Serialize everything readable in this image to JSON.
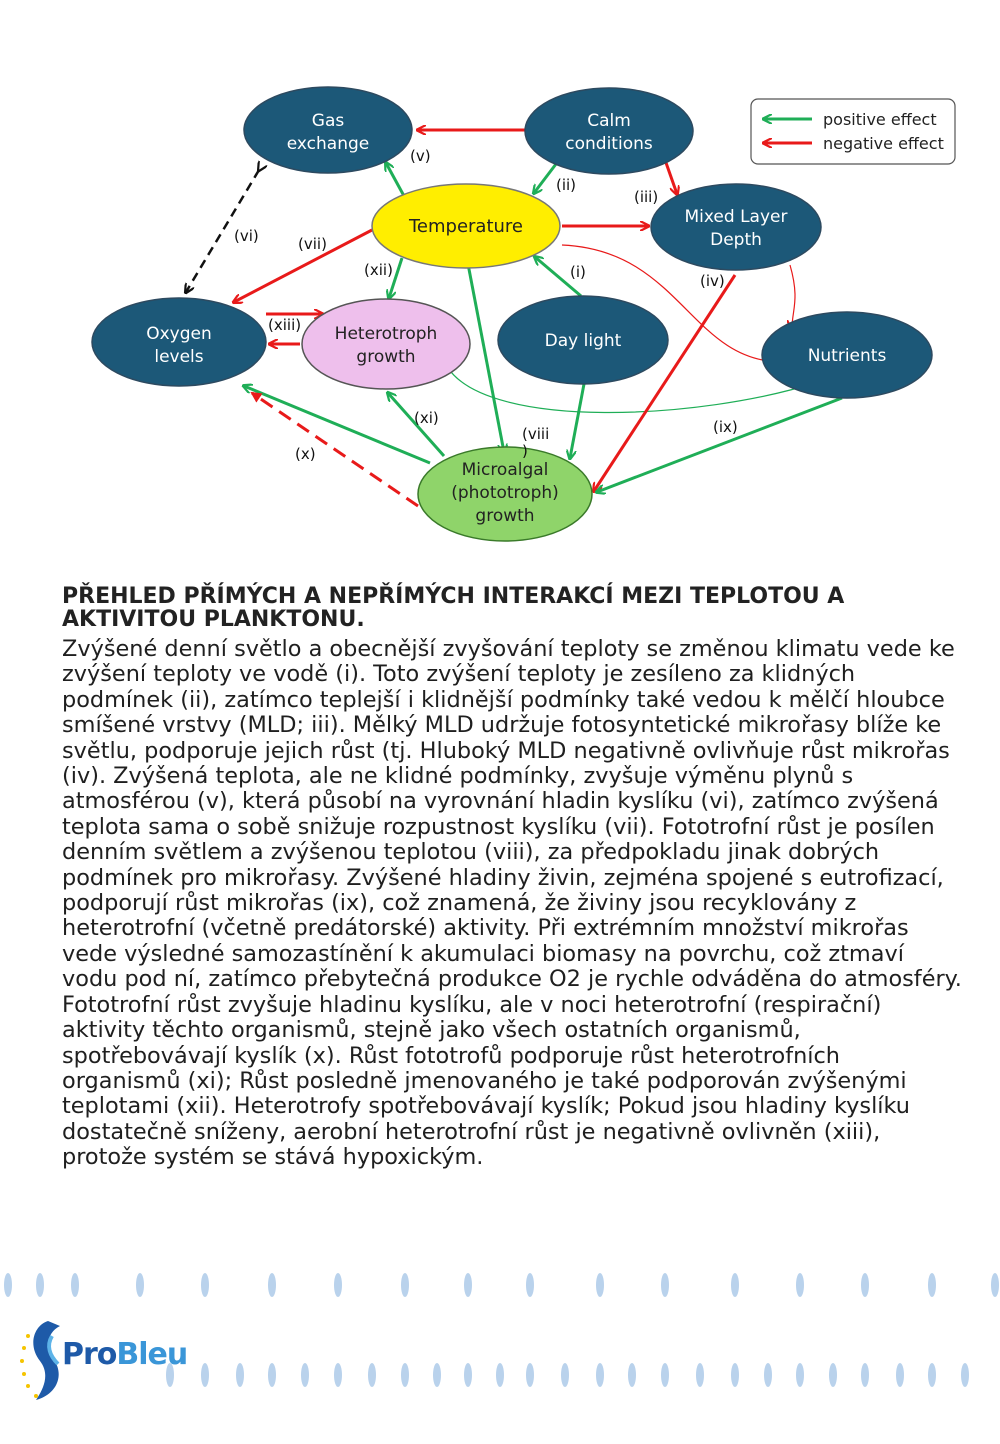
{
  "diagram": {
    "nodes": {
      "gas_exchange": [
        "Gas",
        "exchange"
      ],
      "calm_conditions": [
        "Calm",
        "conditions"
      ],
      "temperature": [
        "Temperature"
      ],
      "mixed_layer_depth": [
        "Mixed Layer",
        "Depth"
      ],
      "oxygen_levels": [
        "Oxygen",
        "levels"
      ],
      "heterotroph_growth": [
        "Heterotroph",
        "growth"
      ],
      "day_light": [
        "Day light"
      ],
      "nutrients": [
        "Nutrients"
      ],
      "microalgal_growth": [
        "Microalgal",
        "(phototroph)",
        "growth"
      ]
    },
    "labels": {
      "i": "(i)",
      "ii": "(ii)",
      "iii": "(iii)",
      "iv": "(iv)",
      "v": "(v)",
      "vi": "(vi)",
      "vii": "(vii)",
      "viii_a": "(viii",
      "viii_b": ")",
      "ix": "(ix)",
      "x": "(x)",
      "xi": "(xi)",
      "xii": "(xii)",
      "xiii": "(xiii)"
    },
    "legend": {
      "positive": "positive effect",
      "negative": "negative effect"
    },
    "colors": {
      "node_dark": "#1c5878",
      "temperature": "#ffee00",
      "heterotroph": "#eebfec",
      "microalgal": "#8fd46a",
      "positive": "#1fae57",
      "negative": "#e81a1a",
      "dashed": "#111111"
    }
  },
  "heading": "PŘEHLED PŘÍMÝCH A NEPŘÍMÝCH INTERAKCÍ MEZI TEPLOTOU A AKTIVITOU PLANKTONU.",
  "body": "Zvýšené denní světlo a obecnější zvyšování teploty se změnou klimatu vede ke zvýšení teploty ve vodě (i). Toto zvýšení teploty je zesíleno za klidných podmínek (ii), zatímco teplejší i klidnější podmínky také vedou k mělčí hloubce smíšené vrstvy (MLD; iii). Mělký MLD udržuje fotosyntetické mikrořasy blíže ke světlu, podporuje jejich růst (tj. Hluboký MLD negativně ovlivňuje růst mikrořas (iv). Zvýšená teplota, ale ne klidné podmínky, zvyšuje výměnu plynů s atmosférou (v), která působí na vyrovnání hladin kyslíku (vi), zatímco zvýšená teplota sama o sobě snižuje rozpustnost kyslíku (vii). Fototrofní růst je posílen denním světlem a zvýšenou teplotou (viii), za předpokladu jinak dobrých podmínek pro mikrořasy. Zvýšené hladiny živin, zejména spojené s eutrofizací, podporují růst mikrořas (ix), což znamená, že živiny jsou recyklovány z heterotrofní (včetně predátorské) aktivity. Při extrémním množství mikrořas vede výsledné samozastínění k akumulaci biomasy na povrchu, což ztmaví vodu pod ní, zatímco přebytečná produkce O2 je rychle odváděna do atmosféry. Fototrofní růst zvyšuje hladinu kyslíku, ale v noci heterotrofní (respirační) aktivity těchto organismů, stejně jako všech ostatních organismů, spotřebovávají kyslík (x). Růst fototrofů podporuje růst heterotrofních organismů (xi); Růst posledně jmenovaného je také podporován zvýšenými teplotami (xii). Heterotrofy spotřebovávají kyslík; Pokud jsou hladiny kyslíku dostatečně sníženy, aerobní heterotrofní růst je negativně ovlivněn (xiii), protože systém se stává hypoxickým.",
  "logo": {
    "part1": "Pro",
    "part2": "Bleu"
  }
}
